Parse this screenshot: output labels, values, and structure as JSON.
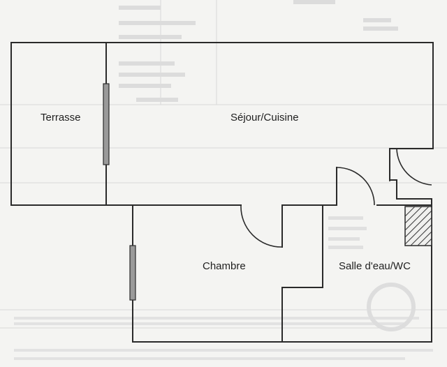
{
  "rooms": {
    "terrasse": "Terrasse",
    "sejour": "Séjour/Cuisine",
    "chambre": "Chambre",
    "salle_eau": "Salle d'eau/WC"
  }
}
